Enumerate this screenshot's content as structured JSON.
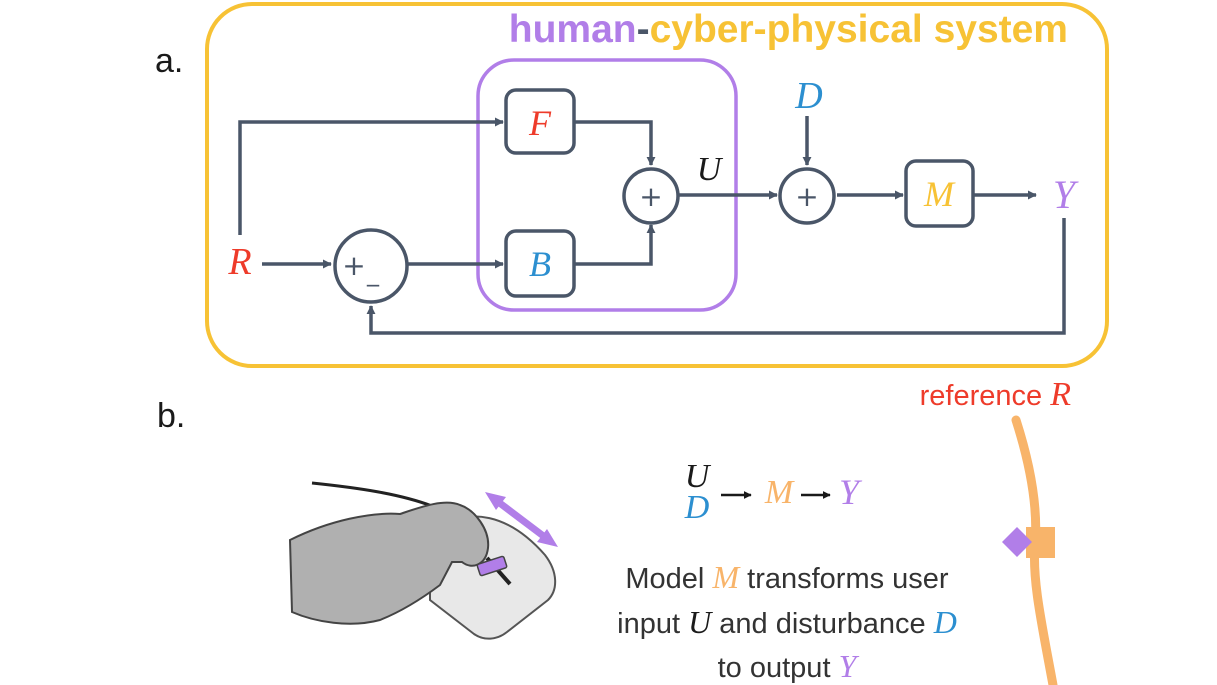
{
  "panel_a": {
    "label": "a.",
    "title_human": "human",
    "title_dash": "-",
    "title_rest": "cyber-physical system",
    "block_F": "F",
    "block_B": "B",
    "block_M": "M",
    "signal_R": "R",
    "signal_U": "U",
    "signal_D": "D",
    "signal_Y": "Y",
    "sum_plus": "+",
    "sum_minus": "_"
  },
  "panel_b": {
    "label": "b.",
    "reference_text": "reference ",
    "reference_var": "R",
    "eq_U": "U",
    "eq_D": "D",
    "eq_arrow": "→",
    "eq_M": "M",
    "eq_Y": "Y",
    "caption": {
      "line1_pre": "Model ",
      "line1_var": "M",
      "line1_post": " transforms user",
      "line2_pre": "input ",
      "line2_var": "U",
      "line2_post": " and disturbance ",
      "line2_var2": "D",
      "line3_pre": "to output ",
      "line3_var": "Y"
    }
  },
  "colors": {
    "system_border": "#f7c235",
    "human_border": "#b17ee8",
    "wire": "#4a5668",
    "red": "#ee3b2a",
    "blue": "#2c8fd0",
    "gold": "#f7c235",
    "purple": "#b17ee8",
    "orange": "#f8b46a",
    "dark": "#1a1a1a"
  },
  "icons": [
    "hand-joystick-icon",
    "bidirectional-arrow-icon",
    "reference-trajectory-icon",
    "cursor-diamond-icon"
  ]
}
